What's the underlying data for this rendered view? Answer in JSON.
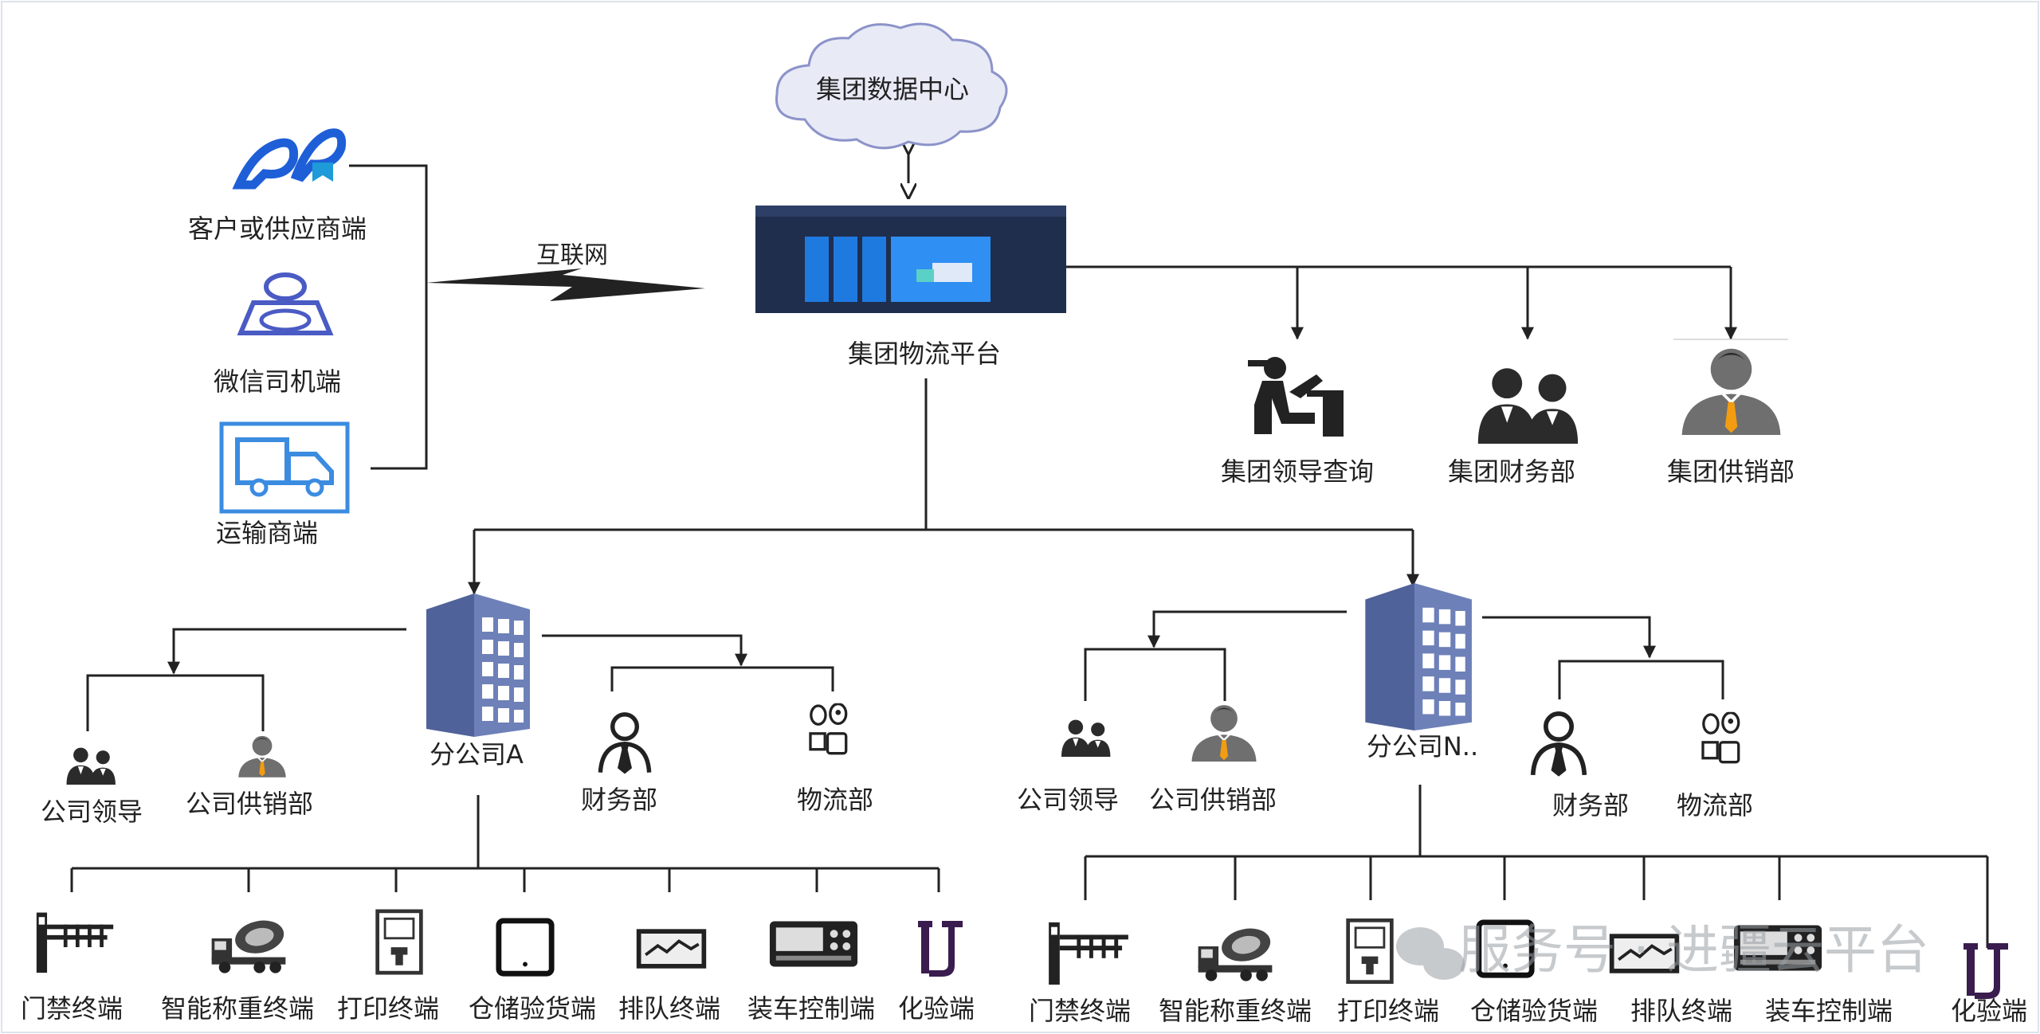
{
  "colors": {
    "line": "#222222",
    "building": "#5b6fa8",
    "people_dark": "#2b2b2b",
    "people_gray": "#6f6f6f",
    "tie": "#f39c12",
    "blue_icon": "#1e5fd8",
    "cloud_fill": "#e8eaf6",
    "cloud_stroke": "#8c93c9",
    "platform_bg": "#1f2e4d",
    "platform_card": "#1f7ae0",
    "border": "#dde3ea"
  },
  "cloud": {
    "label": "集团数据中心"
  },
  "platform": {
    "label": "集团物流平台",
    "screenshot_icon": "web-dashboard-thumbnail"
  },
  "internet": {
    "label": "互联网",
    "icon": "lightning-bolt"
  },
  "left_clients": [
    {
      "label": "客户或供应商端",
      "icon": "customer-icon"
    },
    {
      "label": "微信司机端",
      "icon": "driver-icon"
    },
    {
      "label": "运输商端",
      "icon": "truck-icon"
    }
  ],
  "group_departments": [
    {
      "label": "集团领导查询",
      "icon": "desk-worker-icon"
    },
    {
      "label": "集团财务部",
      "icon": "two-people-icon"
    },
    {
      "label": "集团供销部",
      "icon": "businessman-icon"
    }
  ],
  "branch_a": {
    "label": "分公司A",
    "left_depts": [
      {
        "label": "公司领导",
        "icon": "two-people-icon"
      },
      {
        "label": "公司供销部",
        "icon": "businessman-icon"
      }
    ],
    "right_depts": [
      {
        "label": "财务部",
        "icon": "person-tie-icon"
      },
      {
        "label": "物流部",
        "icon": "people-boxes-icon"
      }
    ],
    "terminals": [
      {
        "label": "门禁终端",
        "icon": "barrier-gate-icon"
      },
      {
        "label": "智能称重终端",
        "icon": "mixer-truck-icon"
      },
      {
        "label": "打印终端",
        "icon": "printer-kiosk-icon"
      },
      {
        "label": "仓储验货端",
        "icon": "tablet-icon"
      },
      {
        "label": "排队终端",
        "icon": "monitor-icon"
      },
      {
        "label": "装车控制端",
        "icon": "control-panel-icon"
      },
      {
        "label": "化验端",
        "icon": "lab-icon"
      }
    ]
  },
  "branch_n": {
    "label": "分公司N..",
    "left_depts": [
      {
        "label": "公司领导",
        "icon": "two-people-icon"
      },
      {
        "label": "公司供销部",
        "icon": "businessman-icon"
      }
    ],
    "right_depts": [
      {
        "label": "财务部",
        "icon": "person-tie-icon"
      },
      {
        "label": "物流部",
        "icon": "people-boxes-icon"
      }
    ],
    "terminals": [
      {
        "label": "门禁终端",
        "icon": "barrier-gate-icon"
      },
      {
        "label": "智能称重终端",
        "icon": "mixer-truck-icon"
      },
      {
        "label": "打印终端",
        "icon": "printer-kiosk-icon"
      },
      {
        "label": "仓储验货端",
        "icon": "tablet-icon"
      },
      {
        "label": "排队终端",
        "icon": "monitor-icon"
      },
      {
        "label": "装车控制端",
        "icon": "control-panel-icon"
      },
      {
        "label": "化验端",
        "icon": "lab-icon"
      }
    ]
  },
  "watermark": {
    "text": "服务号 · 进疆云平台",
    "icon": "wechat-icon"
  }
}
